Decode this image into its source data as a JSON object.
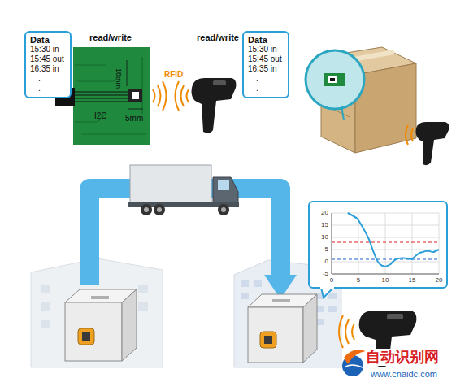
{
  "diagram": {
    "nodes": [
      {
        "text": [
          "Data",
          "15:30 in",
          "15:45 out",
          "16:35 in",
          ".",
          "."
        ]
      },
      {
        "text": [
          "Data",
          "15:30 in",
          "15:45 out",
          "16:35 in",
          ".",
          "."
        ]
      }
    ],
    "labels": [
      "read/write",
      "read/write",
      "10mm",
      "I2C",
      "5mm",
      "RFID",
      "20",
      "15",
      "10",
      "5",
      "0",
      "-5",
      "0",
      "5",
      "10",
      "15",
      "20",
      "自动识别网",
      "www.cnaidc.com"
    ]
  }
}
